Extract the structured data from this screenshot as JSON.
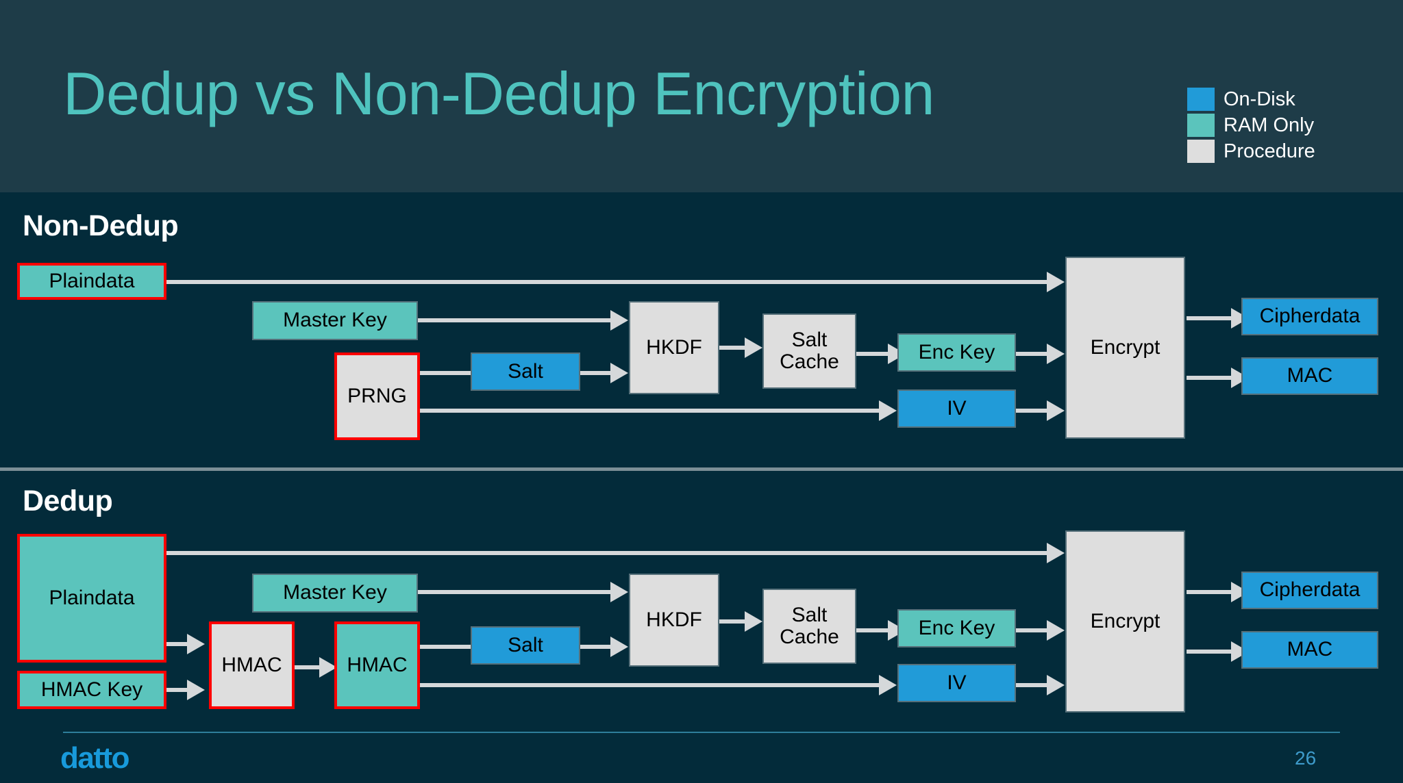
{
  "header": {
    "title": "Dedup vs Non-Dedup Encryption",
    "title_color": "#4FC3BE",
    "background": "#1E3C48"
  },
  "legend": {
    "items": [
      {
        "label": "On-Disk",
        "color": "#219BD8"
      },
      {
        "label": "RAM Only",
        "color": "#5BC4BC"
      },
      {
        "label": "Procedure",
        "color": "#DEDEDE"
      }
    ]
  },
  "sections": {
    "nondedup": {
      "label": "Non-Dedup"
    },
    "dedup": {
      "label": "Dedup"
    }
  },
  "nodes": {
    "nd_plaindata": "Plaindata",
    "nd_masterkey": "Master Key",
    "nd_prng": "PRNG",
    "nd_salt": "Salt",
    "nd_hkdf": "HKDF",
    "nd_saltcache": "Salt Cache",
    "nd_enckey": "Enc Key",
    "nd_iv": "IV",
    "nd_encrypt": "Encrypt",
    "nd_cipherdata": "Cipherdata",
    "nd_mac": "MAC",
    "d_plaindata": "Plaindata",
    "d_hmackey": "HMAC Key",
    "d_hmac1": "HMAC",
    "d_hmac2": "HMAC",
    "d_masterkey": "Master Key",
    "d_salt": "Salt",
    "d_hkdf": "HKDF",
    "d_saltcache": "Salt Cache",
    "d_enckey": "Enc Key",
    "d_iv": "IV",
    "d_encrypt": "Encrypt",
    "d_cipherdata": "Cipherdata",
    "d_mac": "MAC"
  },
  "footer": {
    "brand": "datto",
    "page_number": "26",
    "brand_color": "#189ADB"
  },
  "palette": {
    "background": "#032B3A",
    "on_disk": "#219BD8",
    "ram_only": "#5BC4BC",
    "procedure": "#DEDEDE",
    "highlight_border": "#FF0000",
    "connector": "#D5D8DA"
  }
}
